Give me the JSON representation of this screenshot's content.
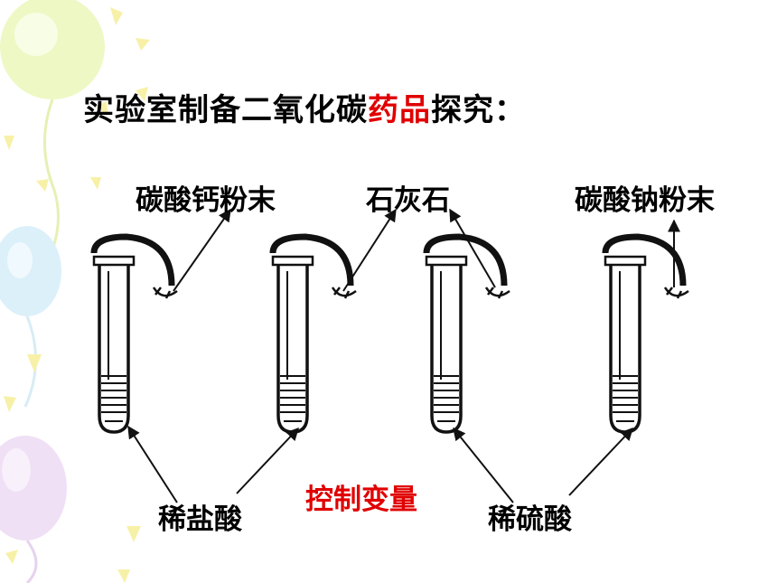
{
  "title": {
    "prefix": "实验室制备二氧化碳",
    "highlight": "药品",
    "suffix": "探究："
  },
  "labels": {
    "top": [
      "碳酸钙粉末",
      "石灰石",
      "碳酸钠粉末"
    ],
    "bottom": [
      "稀盐酸",
      "稀硫酸"
    ],
    "center": "控制变量"
  },
  "colors": {
    "highlight": "#e00000",
    "text": "#000000",
    "balloon_green": "#e8f5b0",
    "balloon_blue": "#d6ecf7",
    "balloon_purple": "#ecdcf3",
    "sun_rays": "#f6ef9e"
  }
}
